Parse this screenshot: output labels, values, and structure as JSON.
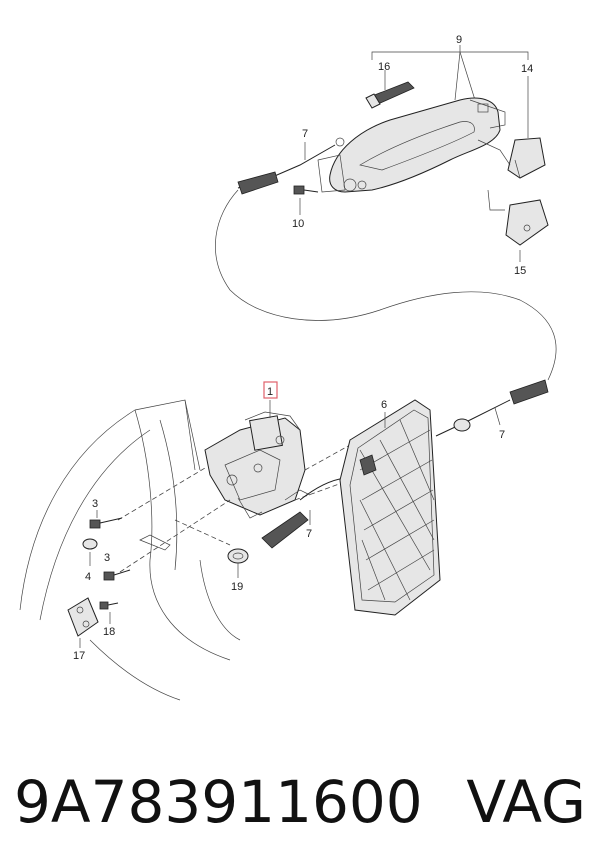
{
  "callouts": {
    "c1": "1",
    "c3a": "3",
    "c3b": "3",
    "c4": "4",
    "c6": "6",
    "c7a": "7",
    "c7b": "7",
    "c7c": "7",
    "c9": "9",
    "c10": "10",
    "c14": "14",
    "c15": "15",
    "c16": "16",
    "c17": "17",
    "c18": "18",
    "c19": "19"
  },
  "highlight_color": "#e0606a",
  "caption": {
    "part_number": "9A783911600",
    "brand": "VAG"
  }
}
